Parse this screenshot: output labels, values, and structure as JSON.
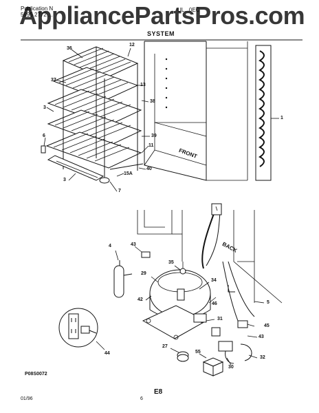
{
  "header": {
    "watermark": "AppliancePartsPros.com",
    "left_line1": "Publication N",
    "left_line2": "5995 2772 ...",
    "right_text": "UL...0EC",
    "section_title": "SYSTEM"
  },
  "labels_top": {
    "l36": "36",
    "l12": "12",
    "l37": "37",
    "l13": "13",
    "l38": "38",
    "l3a": "3",
    "l6": "6",
    "l39": "39",
    "l11": "11",
    "l40": "40",
    "l3b": "3",
    "l15a": "15A",
    "l7": "7",
    "l1": "1",
    "front": "FRONT"
  },
  "labels_bottom": {
    "l4": "4",
    "l43a": "43",
    "l35": "35",
    "l29": "29",
    "l34": "34",
    "l42": "42",
    "l46": "46",
    "l5": "5",
    "l31": "31",
    "l45": "45",
    "l43b": "43",
    "l44": "44",
    "l27": "27",
    "l55": "55",
    "l30": "30",
    "l32": "32",
    "back": "BACK"
  },
  "footer": {
    "diagram_code": "P08S0072",
    "date": "01/96",
    "page_number": "6",
    "page_id": "E8"
  }
}
